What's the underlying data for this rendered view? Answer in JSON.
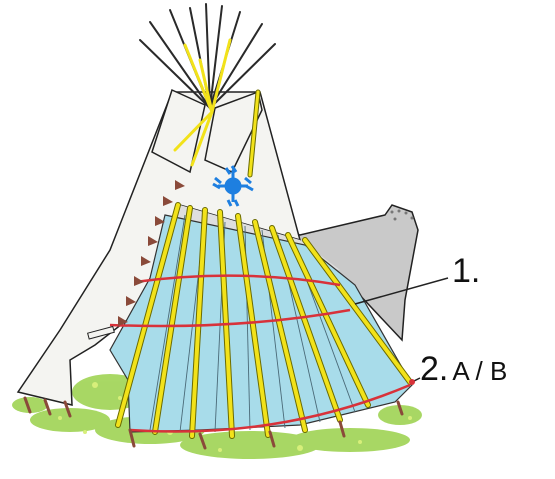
{
  "callouts": {
    "one": {
      "number": "1."
    },
    "two": {
      "number": "2.",
      "suffix": "A / B"
    }
  },
  "colors": {
    "canvas": "#f4f4f1",
    "canvas_shadow": "#c9c9c9",
    "liner": "#a8dcea",
    "pole": "#f2e21a",
    "pole_edge": "#6b6b00",
    "rope": "#d8323a",
    "emblem": "#1e7fe0",
    "grass": "#9ad14a",
    "stakes": "#8a4a3a"
  },
  "icons": [
    "tipi-illustration",
    "sun-cross-emblem",
    "smoke-flaps",
    "lodge-poles"
  ]
}
